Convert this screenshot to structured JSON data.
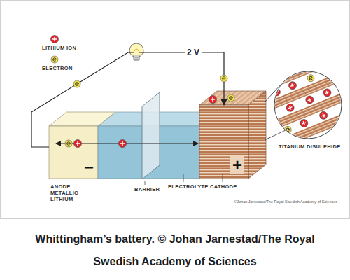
{
  "diagram": {
    "caption": "Whittingham’s battery. © Johan Jarnestad/The Royal Swedish Academy of Sciences",
    "nodes": [
      {
        "text": [
          "−"
        ]
      },
      {
        "text": [
          "+"
        ]
      }
    ],
    "edges": [
      {
        "from": 0,
        "to": 1,
        "arrow": "to",
        "label": "2 V"
      }
    ],
    "labels": [
      "ANODE METALLIC LITHIUM",
      "BARRIER",
      "ELECTROLYTE",
      "CATHODE",
      "TITANIUM DISULPHIDE",
      "©Johan Jarnestad/The Royal Swedish Academy of Sciences"
    ],
    "legend": [
      {
        "text": "LITHIUM ION"
      },
      {
        "text": "ELECTRON"
      }
    ]
  }
}
